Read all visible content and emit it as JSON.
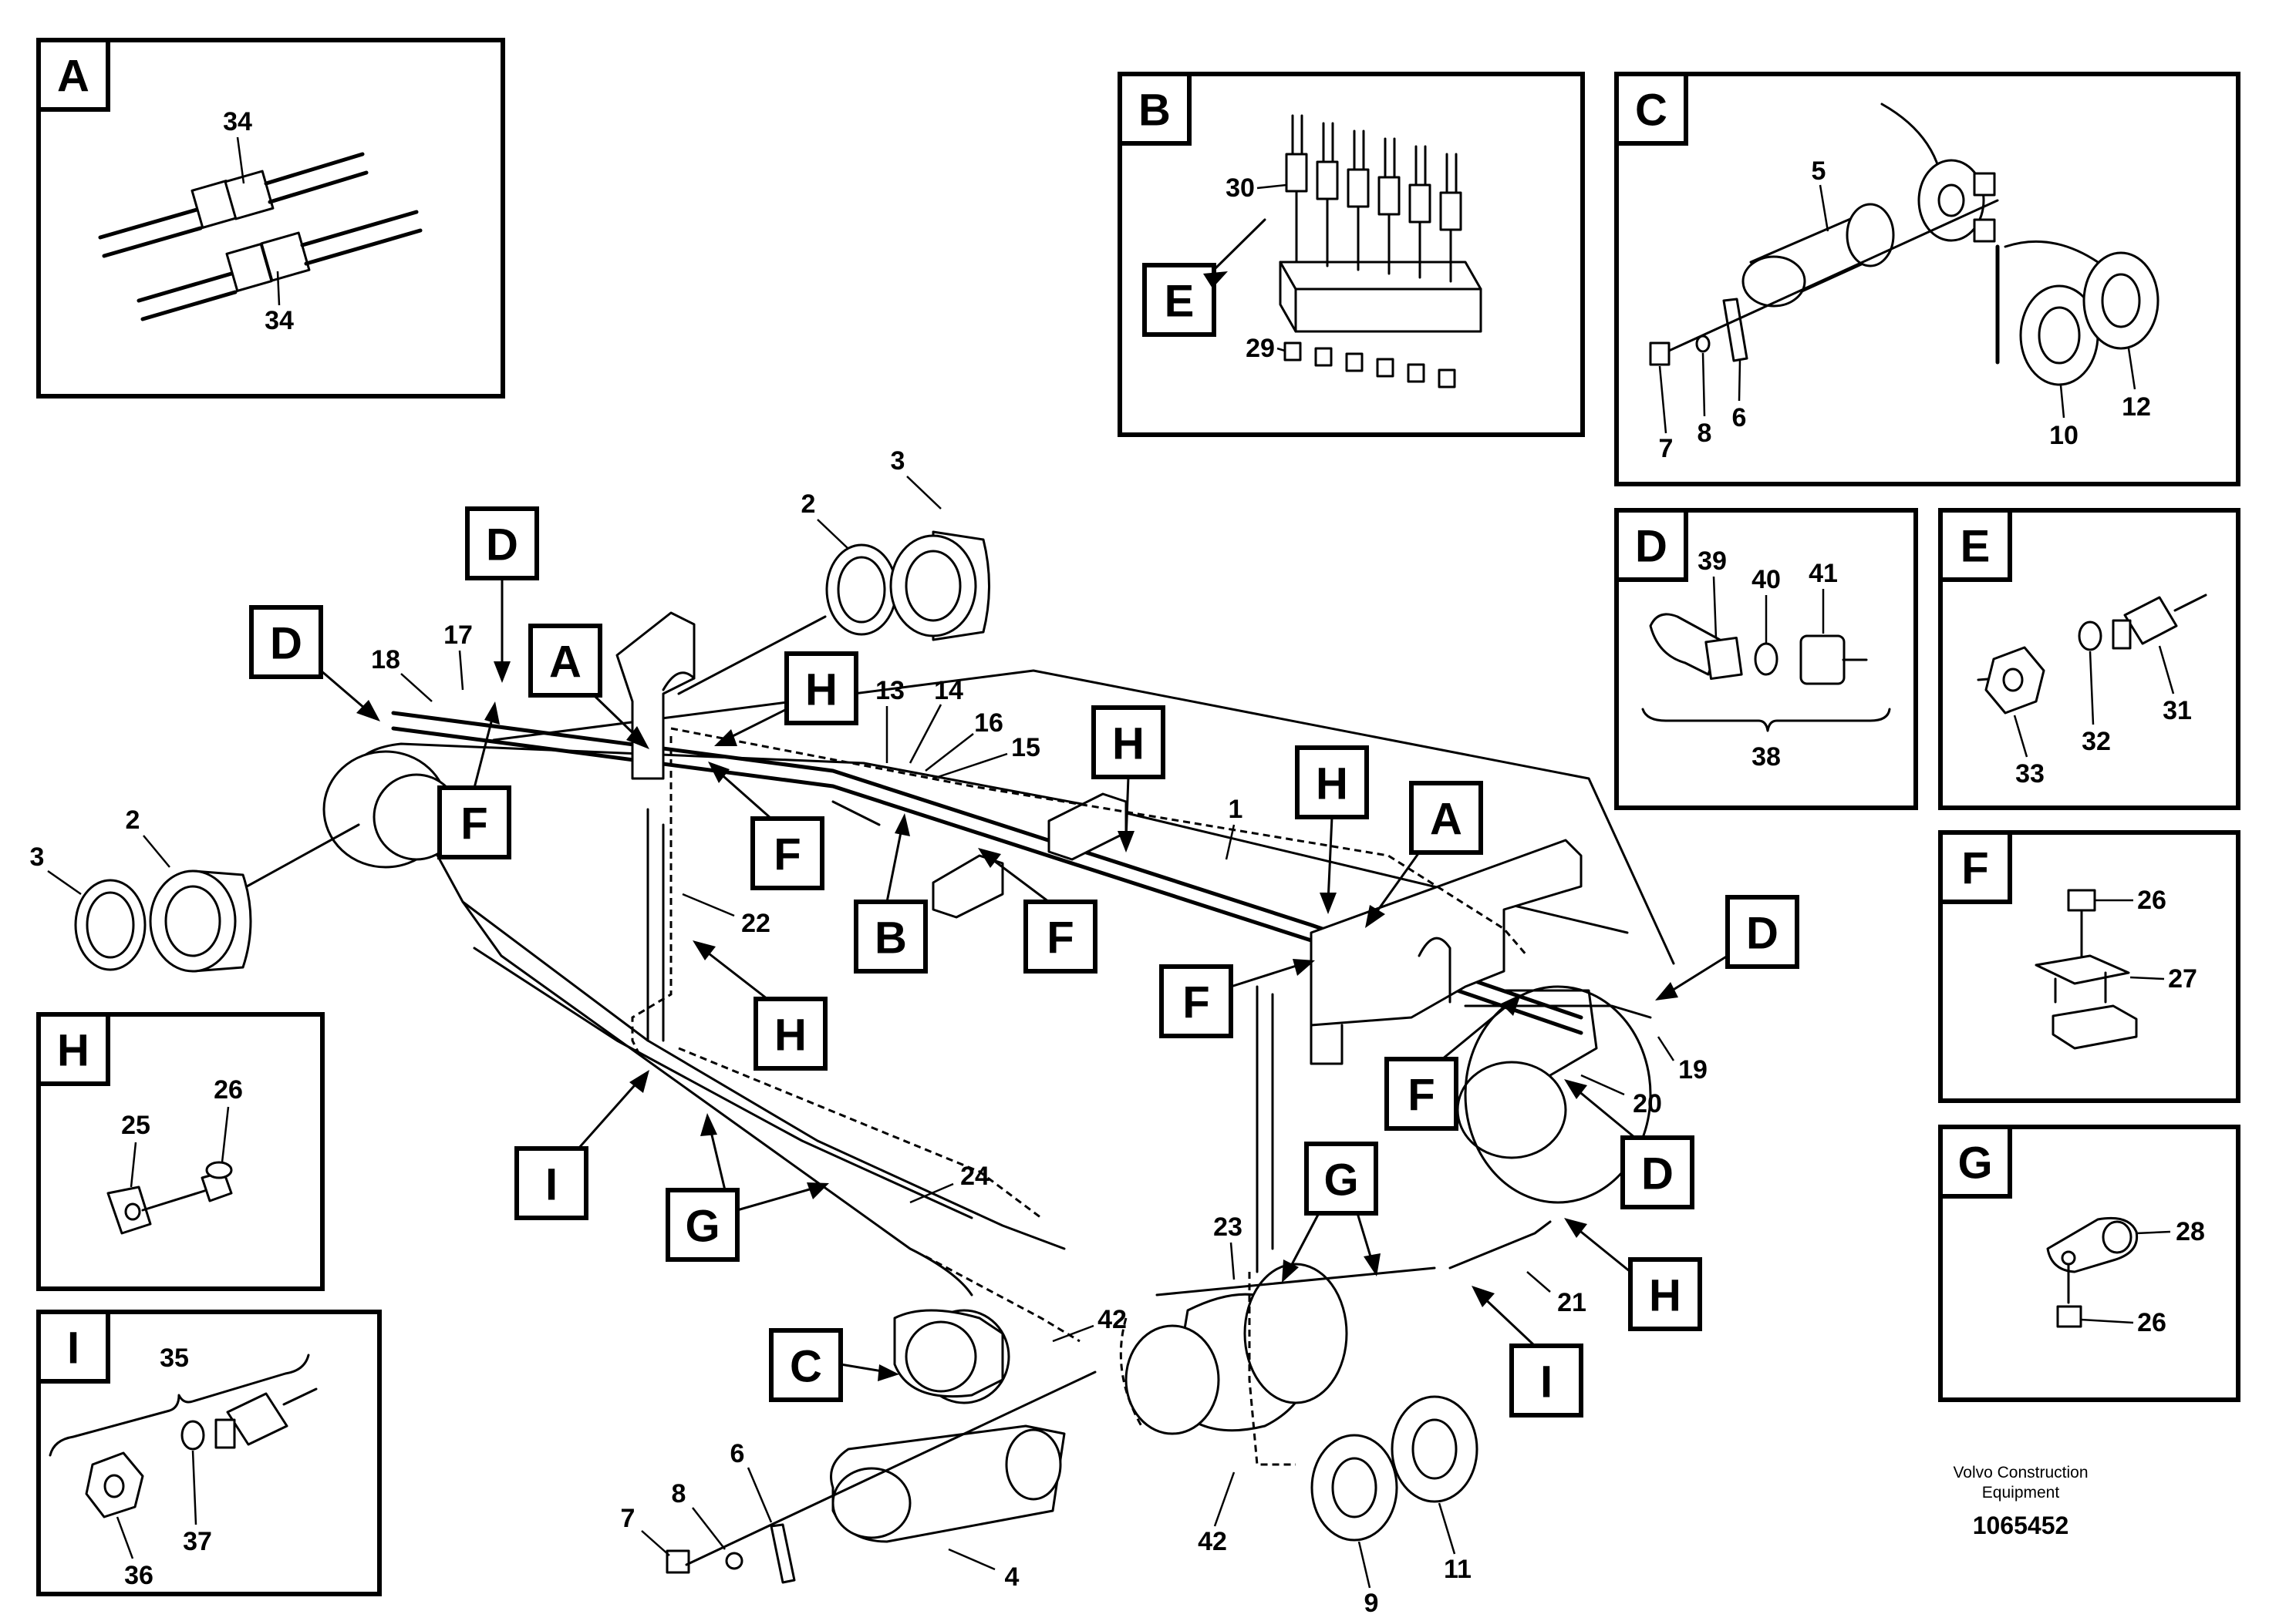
{
  "figure": {
    "brand_line1": "Volvo Construction",
    "brand_line2": "Equipment",
    "doc_number": "1065452"
  },
  "detail_boxes": {
    "A": {
      "letter": "A",
      "callouts": [
        "34",
        "34"
      ]
    },
    "B": {
      "letter": "B",
      "callouts": [
        "30",
        "29"
      ],
      "sub_tag": "E"
    },
    "C": {
      "letter": "C",
      "callouts": [
        "5",
        "7",
        "8",
        "6",
        "10",
        "12"
      ]
    },
    "D": {
      "letter": "D",
      "callouts": [
        "39",
        "40",
        "41",
        "38"
      ]
    },
    "E": {
      "letter": "E",
      "callouts": [
        "33",
        "32",
        "31"
      ]
    },
    "F": {
      "letter": "F",
      "callouts": [
        "26",
        "27"
      ]
    },
    "G": {
      "letter": "G",
      "callouts": [
        "28",
        "26"
      ]
    },
    "H": {
      "letter": "H",
      "callouts": [
        "25",
        "26"
      ]
    },
    "I": {
      "letter": "I",
      "callouts": [
        "35",
        "36",
        "37"
      ]
    }
  },
  "main_tags": [
    "D",
    "D",
    "A",
    "H",
    "F",
    "F",
    "B",
    "F",
    "H",
    "H",
    "A",
    "F",
    "H",
    "I",
    "G",
    "C",
    "G",
    "D",
    "F",
    "D",
    "H",
    "I"
  ],
  "main_callouts": [
    "3",
    "2",
    "3",
    "2",
    "18",
    "17",
    "13",
    "14",
    "16",
    "15",
    "1",
    "22",
    "24",
    "19",
    "20",
    "21",
    "23",
    "42",
    "42",
    "6",
    "8",
    "7",
    "4",
    "9",
    "11"
  ]
}
